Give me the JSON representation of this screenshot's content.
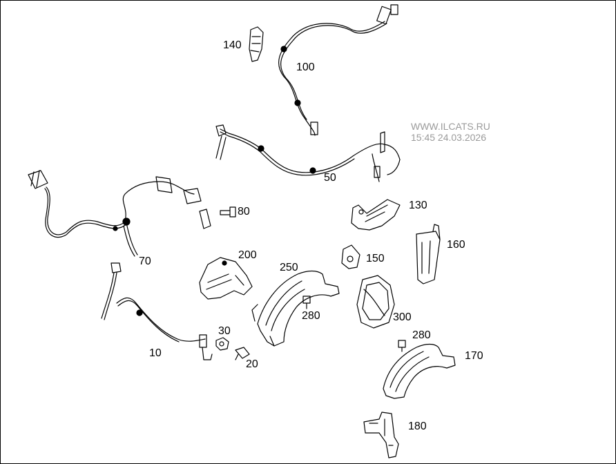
{
  "watermark": {
    "site": "WWW.ILCATS.RU",
    "timestamp": "15:45 24.03.2026"
  },
  "callouts": [
    {
      "id": "c140",
      "label": "140"
    },
    {
      "id": "c100",
      "label": "100"
    },
    {
      "id": "c50",
      "label": "50"
    },
    {
      "id": "c80",
      "label": "80"
    },
    {
      "id": "c70",
      "label": "70"
    },
    {
      "id": "c130",
      "label": "130"
    },
    {
      "id": "c160",
      "label": "160"
    },
    {
      "id": "c200",
      "label": "200"
    },
    {
      "id": "c150",
      "label": "150"
    },
    {
      "id": "c250",
      "label": "250"
    },
    {
      "id": "c280a",
      "label": "280"
    },
    {
      "id": "c300",
      "label": "300"
    },
    {
      "id": "c30",
      "label": "30"
    },
    {
      "id": "c10",
      "label": "10"
    },
    {
      "id": "c20",
      "label": "20"
    },
    {
      "id": "c280b",
      "label": "280"
    },
    {
      "id": "c170",
      "label": "170"
    },
    {
      "id": "c180",
      "label": "180"
    }
  ]
}
